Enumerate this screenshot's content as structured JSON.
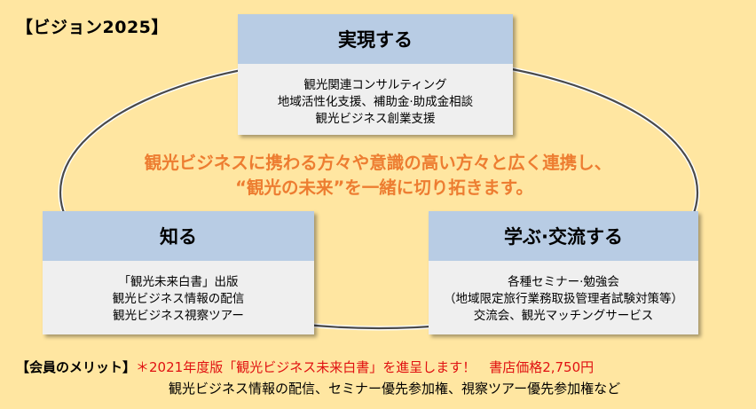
{
  "title": "【ビジョン2025】",
  "boxes": {
    "top": {
      "heading": "実現する",
      "lines": [
        "観光関連コンサルティング",
        "地域活性化支援、補助金·助成金相談",
        "観光ビジネス創業支援"
      ]
    },
    "left": {
      "heading": "知る",
      "lines": [
        "「観光未来白書」出版",
        "観光ビジネス情報の配信",
        "観光ビジネス視察ツアー"
      ]
    },
    "right": {
      "heading": "学ぶ·交流する",
      "lines": [
        "各種セミナー·勉強会",
        "（地域限定旅行業務取扱管理者試験対策等）",
        "交流会、観光マッチングサービス"
      ]
    }
  },
  "tagline": {
    "line1": "観光ビジネスに携わる方々や意識の高い方々と広く連携し、",
    "line2": "“観光の未来”を一緒に切り拓きます。"
  },
  "merit": {
    "label": "【会員のメリット】",
    "highlight": "＊2021年度版「観光ビジネス未来白書」を進呈します！　書店価格2,750円",
    "detail": "観光ビジネス情報の配信、セミナー優先参加権、視察ツアー優先参加権など"
  },
  "colors": {
    "background": "#ffe6a1",
    "box_header": "#b8cce4",
    "box_body": "#efefef",
    "tagline": "#ed7d31",
    "highlight": "#e01111"
  }
}
